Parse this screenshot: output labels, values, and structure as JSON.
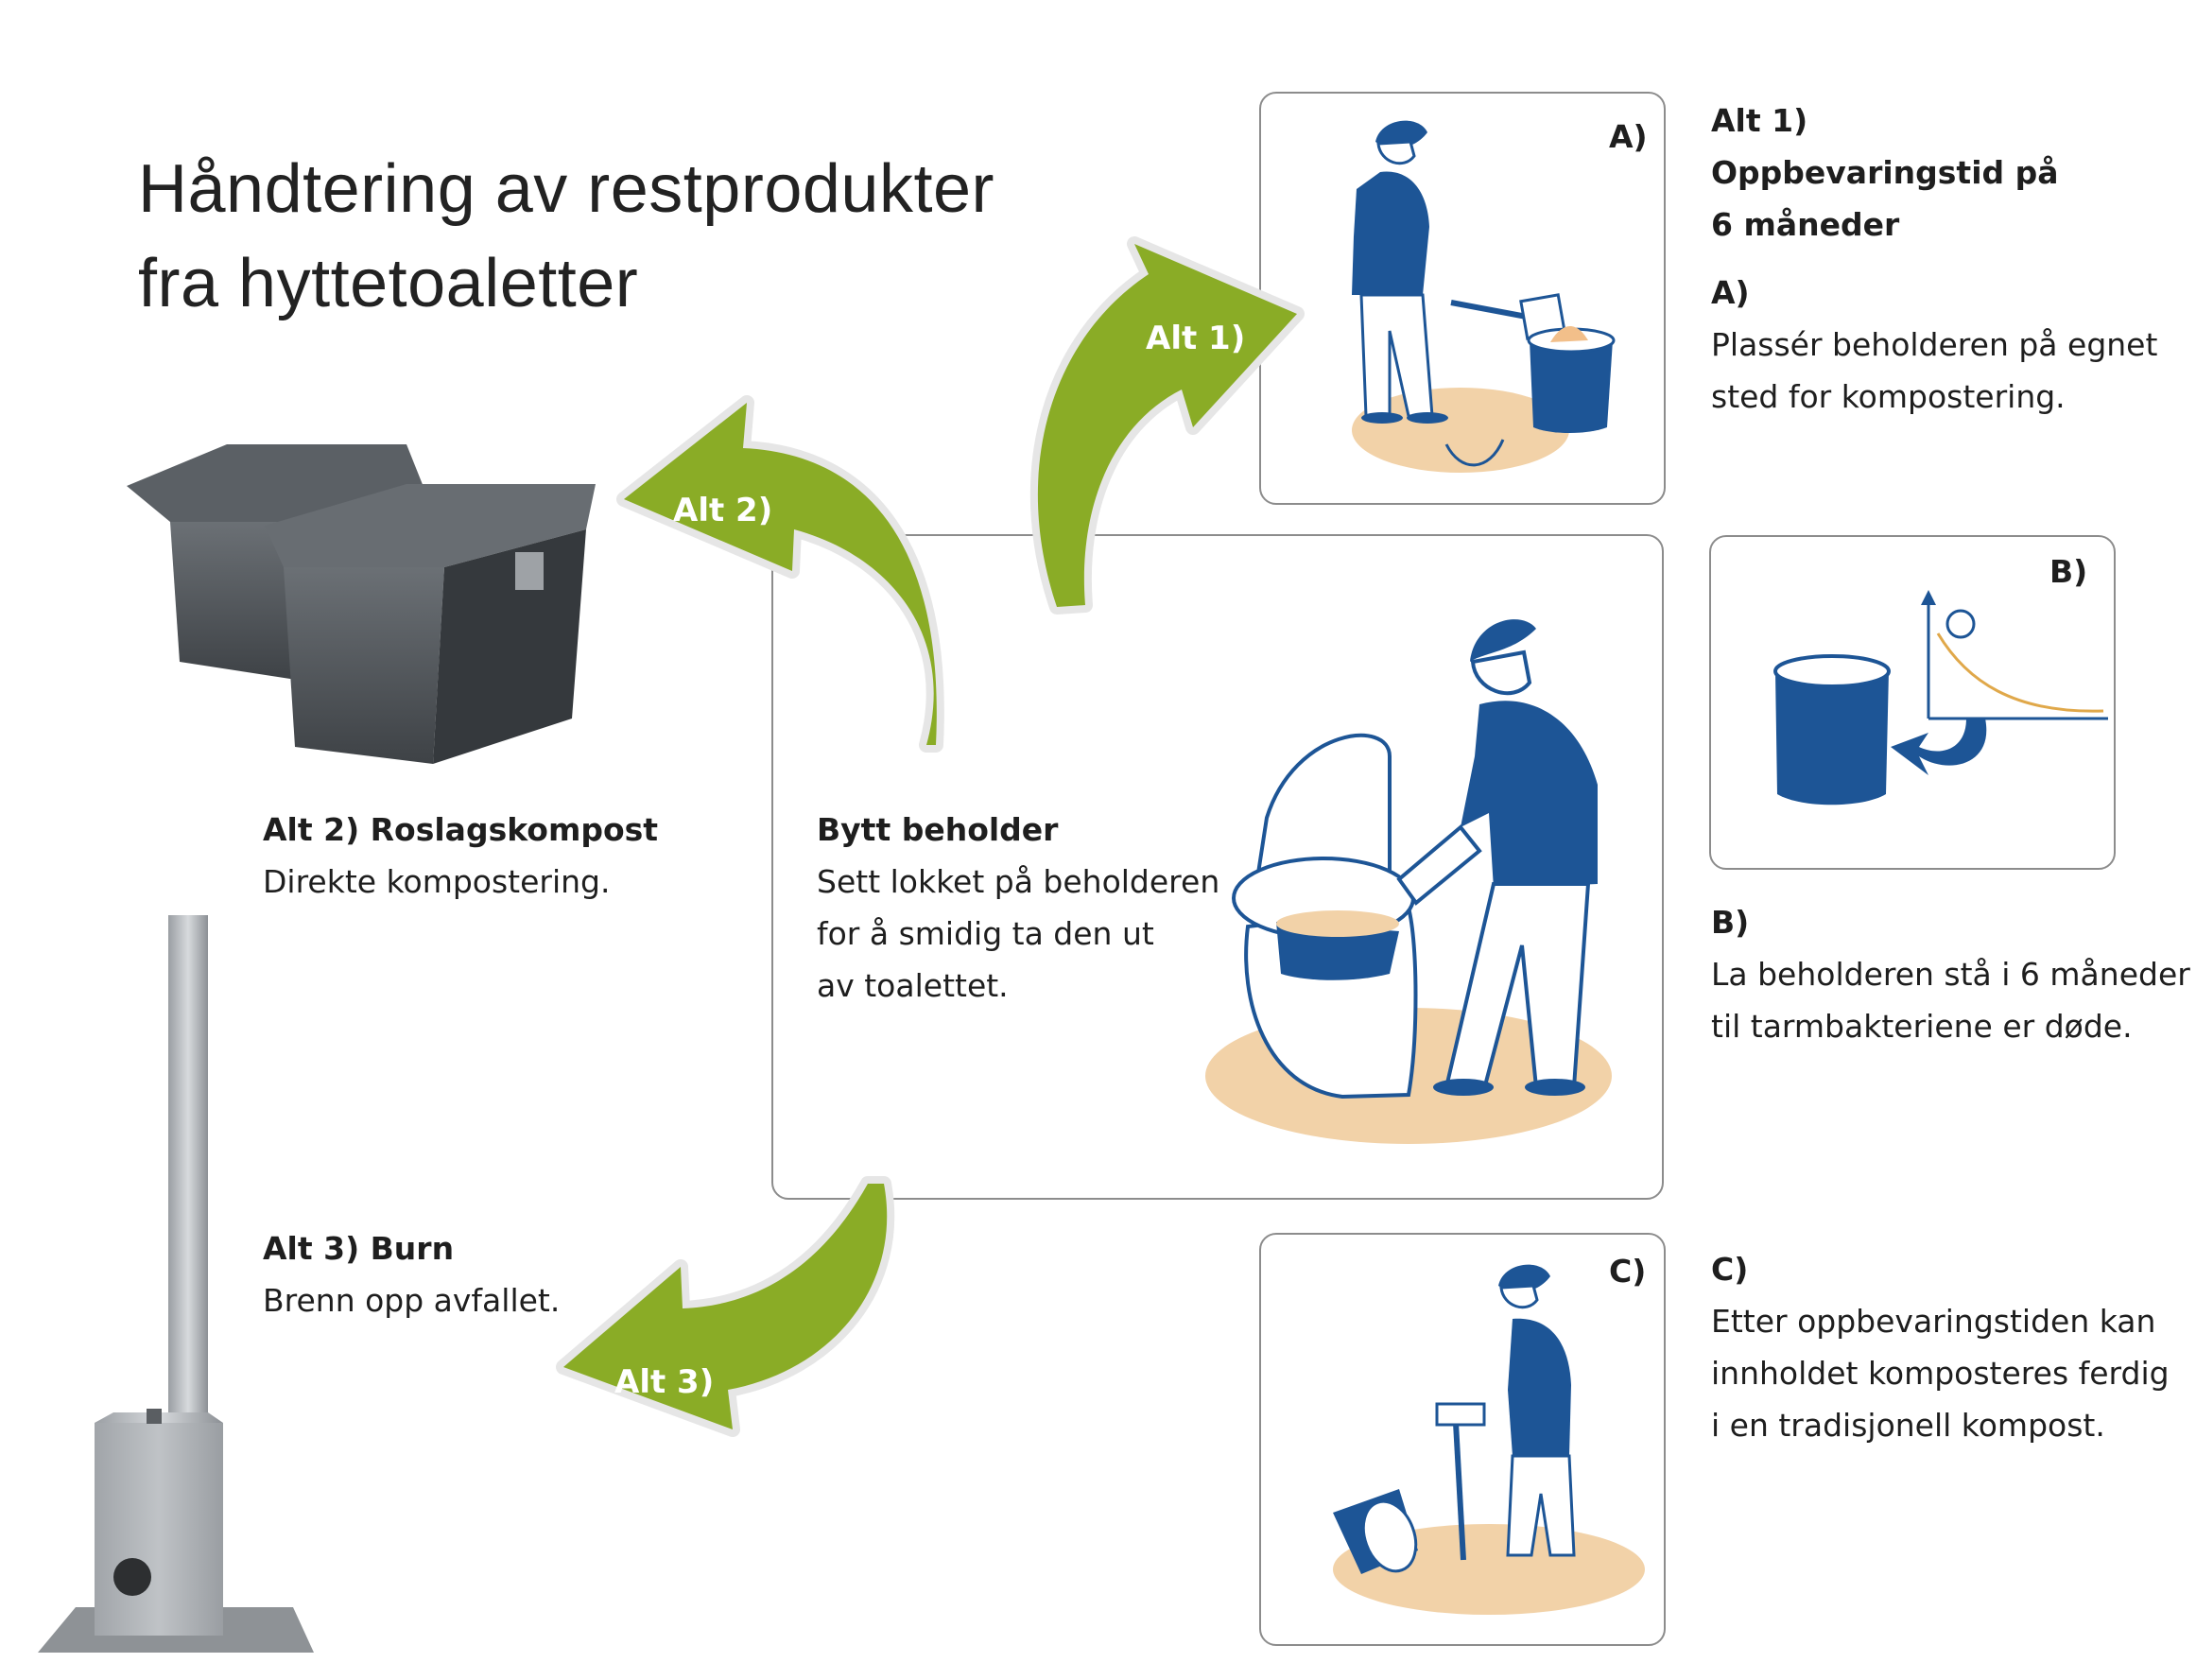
{
  "title_line1": "Håndtering av restprodukter",
  "title_line2": "fra hyttetoaletter",
  "arrows": {
    "alt1": "Alt 1)",
    "alt2": "Alt 2)",
    "alt3": "Alt 3)"
  },
  "center": {
    "heading": "Bytt beholder",
    "line1": "Sett lokket på beholderen",
    "line2": "for å smidig ta den ut",
    "line3": "av toalettet."
  },
  "alt2": {
    "heading": "Alt 2) Roslagskompost",
    "text": "Direkte kompostering."
  },
  "alt3": {
    "heading": "Alt 3) Burn",
    "text": "Brenn opp avfallet."
  },
  "alt1": {
    "heading1": "Alt 1)",
    "heading2": "Oppbevaringstid på",
    "heading3": "6 måneder",
    "a_label": "A)",
    "a_line1": "Plassér beholderen på egnet",
    "a_line2": "sted for kompostering.",
    "b_label": "B)",
    "b_line1": "La beholderen stå i 6 måneder",
    "b_line2": "til tarmbakteriene er døde.",
    "c_label": "C)",
    "c_line1": "Etter oppbevaringstiden kan",
    "c_line2": "innholdet komposteres ferdig",
    "c_line3": "i en tradisjonell kompost."
  },
  "panel_tags": {
    "a": "A)",
    "b": "B)",
    "c": "C)"
  },
  "colors": {
    "green": "#8aac26",
    "blue": "#1d5596",
    "sand": "#f2d2a8",
    "grey_box": "#4c5055"
  }
}
